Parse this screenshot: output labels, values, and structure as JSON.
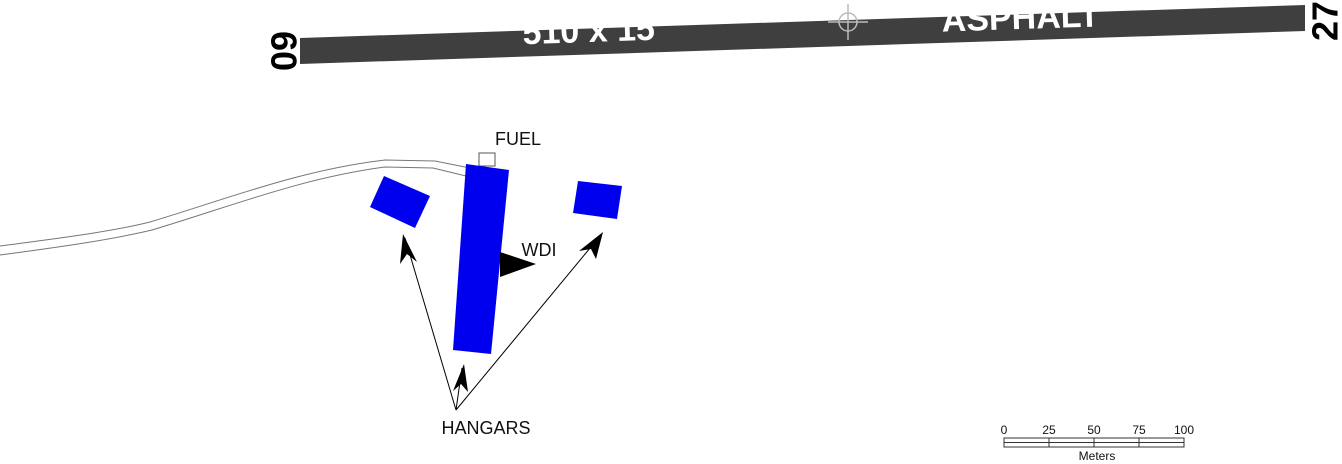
{
  "runway": {
    "dimensions": "510 x 15",
    "surface": "ASPHALT",
    "end_west": "09",
    "end_east": "27"
  },
  "labels": {
    "fuel": "FUEL",
    "wdi": "WDI",
    "hangars": "HANGARS"
  },
  "scale_bar": {
    "ticks": [
      "0",
      "25",
      "50",
      "75",
      "100"
    ],
    "unit": "Meters"
  },
  "colors": {
    "runway": "#3f3f3f",
    "building": "#0000ee",
    "ink": "#111111",
    "background": "#ffffff"
  },
  "icons": {
    "aerodrome_reference_point": "crosshair-icon",
    "wind_direction_indicator": "windsock-triangle-icon"
  }
}
